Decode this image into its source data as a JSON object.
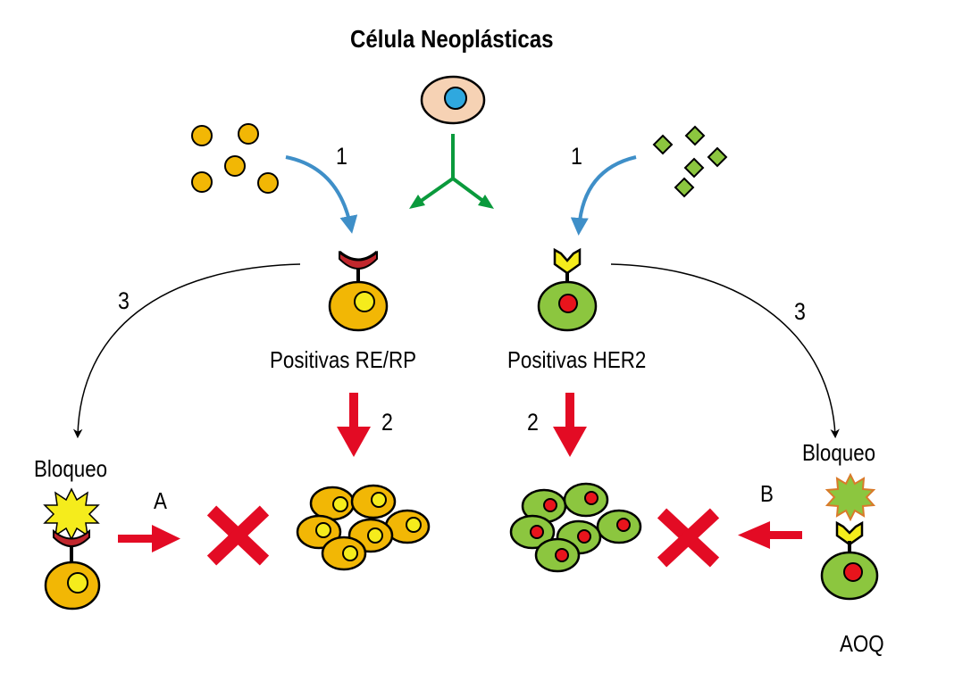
{
  "title": "Célula Neoplásticas",
  "left_cell_label": "Positivas RE/RP",
  "right_cell_label": "Positivas HER2",
  "step_labels": {
    "step1_left": "1",
    "step1_right": "1",
    "step2_left": "2",
    "step2_right": "2",
    "step3_left": "3",
    "step3_right": "3"
  },
  "left_block_label": "Bloqueo",
  "right_block_label": "Bloqueo",
  "arrow_a_label": "A",
  "arrow_b_label": "B",
  "aoq_label": "AOQ",
  "colors": {
    "yellow_cell": "#f2b705",
    "green_cell": "#8cc63f",
    "red_nucleus": "#e8141c",
    "yellow_nucleus": "#f5ec1c",
    "blue_arrow": "#3f8fc8",
    "green_arrow": "#0a9a3c",
    "red_arrow": "#e30b24",
    "neoplastic_cell": "#f6d2b4",
    "neoplastic_nucleus": "#2fa8df",
    "receptor_dark_red": "#c1272d"
  }
}
